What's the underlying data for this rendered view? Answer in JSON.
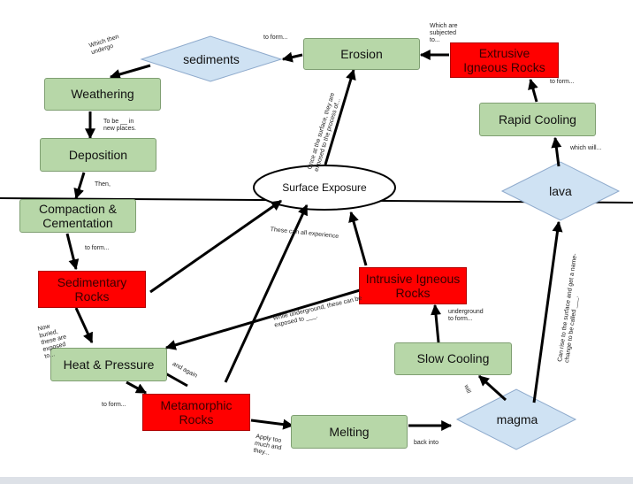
{
  "nodes": {
    "sediments": "sediments",
    "erosion": "Erosion",
    "extrusive": "Extrusive Igneous Rocks",
    "weathering": "Weathering",
    "rapid_cooling": "Rapid Cooling",
    "deposition": "Deposition",
    "surface_exposure": "Surface Exposure",
    "lava": "lava",
    "compaction": "Compaction & Cementation",
    "sedimentary": "Sedimentary Rocks",
    "intrusive": "Intrusive Igneous Rocks",
    "heat_pressure": "Heat & Pressure",
    "slow_cooling": "Slow Cooling",
    "metamorphic": "Metamorphic Rocks",
    "melting": "Melting",
    "magma": "magma"
  },
  "labels": {
    "which_then_undergo": "Which then undergo",
    "to_form_top": "to form...",
    "which_are_subjected": "Which are subjected to...",
    "to_be_in_new_places": "To be __ in new places.",
    "to_form_rapid": "to form...",
    "which_will": "which will...",
    "then": "Then,",
    "once_at_surface": "Once at the surface, they are exposed to the process of...",
    "these_can_all": "These can all experience",
    "to_form_sed": "to form...",
    "now_buried": "Now buried, these are exposed to...",
    "while_underground": "While underground, these can be exposed to ___.",
    "underground_to_form": "underground to form...",
    "can_rise": "Can rise to the surface and get a name-change to be called ___.",
    "and_again": "and again",
    "will": "will",
    "to_form_meta": "to form...",
    "apply_too_much": "Apply too much and they...",
    "back_into": "back into"
  },
  "colors": {
    "process": "#b7d7a8",
    "rock": "#ff0000",
    "shape_blue": "#cfe2f3"
  }
}
